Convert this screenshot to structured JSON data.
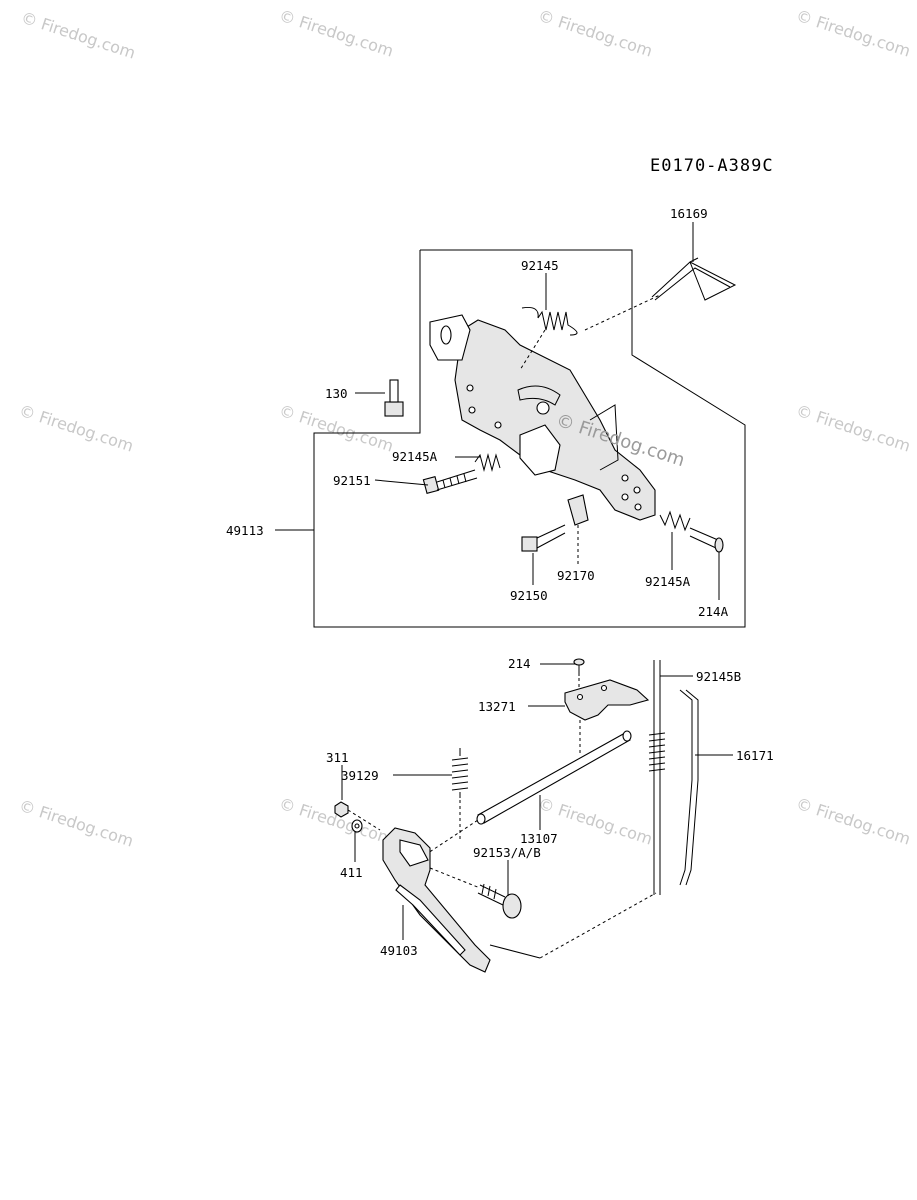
{
  "diagram_code": "E0170-A389C",
  "watermark": {
    "corner_text": "© Firedog.com",
    "center_text": "© Firedog.com"
  },
  "callouts": {
    "p16169": "16169",
    "p92145": "92145",
    "p130": "130",
    "p92145A_top": "92145A",
    "p92151": "92151",
    "p49113": "49113",
    "p92150": "92150",
    "p92170": "92170",
    "p92145A_bottom": "92145A",
    "p214A": "214A",
    "p214": "214",
    "p92145B": "92145B",
    "p13271": "13271",
    "p16171": "16171",
    "p311": "311",
    "p39129": "39129",
    "p13107": "13107",
    "p92153": "92153/A/B",
    "p411": "411",
    "p49103": "49103"
  }
}
